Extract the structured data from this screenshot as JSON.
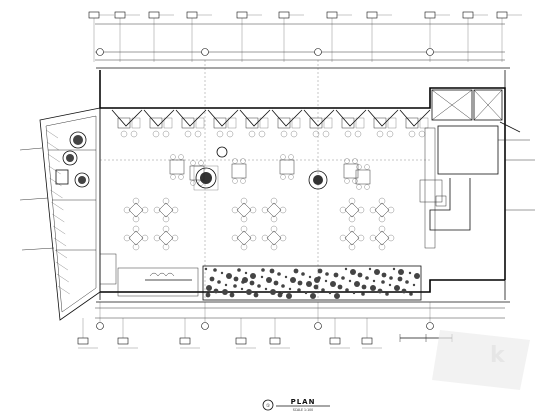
{
  "drawing": {
    "title": "PLAN",
    "subtitle": "SCALE 1:100",
    "watermark": "k",
    "grid_bubble_label": "①",
    "colors": {
      "line": "#111111",
      "background": "#ffffff",
      "planter_fill": "#444444",
      "watermark": "#d8d8d8"
    }
  },
  "layout": {
    "seating_rows_upper": 2,
    "booths_diagonal": 10,
    "cross_tables": 12,
    "four_tops": 6
  }
}
